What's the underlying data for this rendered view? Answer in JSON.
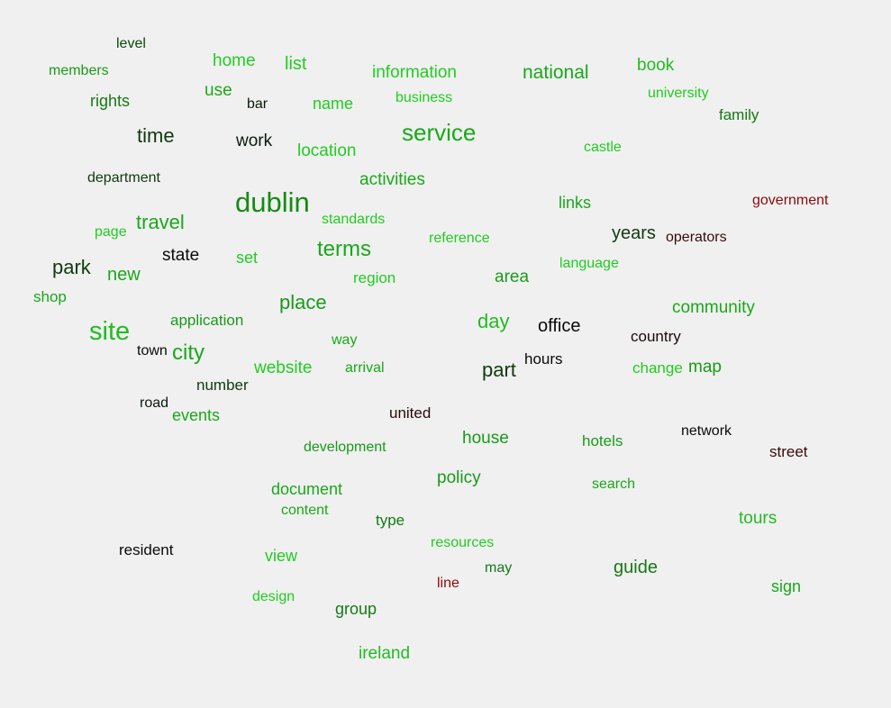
{
  "cloud": {
    "words": [
      {
        "text": "level",
        "color": "#0a4a0a"
      },
      {
        "text": "members",
        "color": "#1a9a1a"
      },
      {
        "text": "home",
        "color": "#22cc22"
      },
      {
        "text": "list",
        "color": "#22cc22"
      },
      {
        "text": "information",
        "color": "#22cc22"
      },
      {
        "text": "national",
        "color": "#1aa81a"
      },
      {
        "text": "book",
        "color": "#22bb22"
      },
      {
        "text": "rights",
        "color": "#157a15"
      },
      {
        "text": "use",
        "color": "#1aa81a"
      },
      {
        "text": "bar",
        "color": "#0a1a0a"
      },
      {
        "text": "name",
        "color": "#22cc22"
      },
      {
        "text": "business",
        "color": "#22cc22"
      },
      {
        "text": "university",
        "color": "#22cc22"
      },
      {
        "text": "family",
        "color": "#157a15"
      },
      {
        "text": "time",
        "color": "#0f3a0f"
      },
      {
        "text": "work",
        "color": "#0a1a0a"
      },
      {
        "text": "service",
        "color": "#1aa81a"
      },
      {
        "text": "location",
        "color": "#22cc22"
      },
      {
        "text": "castle",
        "color": "#22cc22"
      },
      {
        "text": "department",
        "color": "#0f3a0f"
      },
      {
        "text": "activities",
        "color": "#1aa81a"
      },
      {
        "text": "dublin",
        "color": "#158a15"
      },
      {
        "text": "links",
        "color": "#1aa81a"
      },
      {
        "text": "government",
        "color": "#8a0a0a"
      },
      {
        "text": "page",
        "color": "#22cc22"
      },
      {
        "text": "travel",
        "color": "#1aa81a"
      },
      {
        "text": "standards",
        "color": "#22cc22"
      },
      {
        "text": "reference",
        "color": "#22cc22"
      },
      {
        "text": "years",
        "color": "#0f3a0f"
      },
      {
        "text": "operators",
        "color": "#3a0a0a"
      },
      {
        "text": "state",
        "color": "#0a0a0a"
      },
      {
        "text": "set",
        "color": "#22cc22"
      },
      {
        "text": "terms",
        "color": "#1aa81a"
      },
      {
        "text": "park",
        "color": "#0f3a0f"
      },
      {
        "text": "new",
        "color": "#1aa81a"
      },
      {
        "text": "region",
        "color": "#22cc22"
      },
      {
        "text": "area",
        "color": "#1a9a1a"
      },
      {
        "text": "language",
        "color": "#22cc22"
      },
      {
        "text": "shop",
        "color": "#1aa81a"
      },
      {
        "text": "place",
        "color": "#1a9a1a"
      },
      {
        "text": "community",
        "color": "#1aa81a"
      },
      {
        "text": "application",
        "color": "#1a9a1a"
      },
      {
        "text": "site",
        "color": "#22bb22"
      },
      {
        "text": "day",
        "color": "#22bb22"
      },
      {
        "text": "office",
        "color": "#0a0a0a"
      },
      {
        "text": "way",
        "color": "#1aa81a"
      },
      {
        "text": "country",
        "color": "#1a0a0a"
      },
      {
        "text": "town",
        "color": "#0a0a0a"
      },
      {
        "text": "city",
        "color": "#1aa81a"
      },
      {
        "text": "hours",
        "color": "#0a0a0a"
      },
      {
        "text": "website",
        "color": "#22cc22"
      },
      {
        "text": "arrival",
        "color": "#1aa81a"
      },
      {
        "text": "part",
        "color": "#0f3a0f"
      },
      {
        "text": "change",
        "color": "#22cc22"
      },
      {
        "text": "map",
        "color": "#1a9a1a"
      },
      {
        "text": "number",
        "color": "#0f3a0f"
      },
      {
        "text": "road",
        "color": "#0a1a0a"
      },
      {
        "text": "events",
        "color": "#1aa81a"
      },
      {
        "text": "united",
        "color": "#2a0a0a"
      },
      {
        "text": "network",
        "color": "#0a0a0a"
      },
      {
        "text": "house",
        "color": "#1a9a1a"
      },
      {
        "text": "hotels",
        "color": "#1a9a1a"
      },
      {
        "text": "development",
        "color": "#1a9a1a"
      },
      {
        "text": "street",
        "color": "#3a0a0a"
      },
      {
        "text": "policy",
        "color": "#1a9a1a"
      },
      {
        "text": "search",
        "color": "#1aa81a"
      },
      {
        "text": "document",
        "color": "#1aa81a"
      },
      {
        "text": "content",
        "color": "#1aa81a"
      },
      {
        "text": "type",
        "color": "#157a15"
      },
      {
        "text": "tours",
        "color": "#22bb22"
      },
      {
        "text": "resources",
        "color": "#22cc22"
      },
      {
        "text": "resident",
        "color": "#0a0a0a"
      },
      {
        "text": "view",
        "color": "#22cc22"
      },
      {
        "text": "may",
        "color": "#157a15"
      },
      {
        "text": "guide",
        "color": "#157a15"
      },
      {
        "text": "line",
        "color": "#8a0a0a"
      },
      {
        "text": "sign",
        "color": "#1aa81a"
      },
      {
        "text": "design",
        "color": "#22cc22"
      },
      {
        "text": "group",
        "color": "#157a15"
      },
      {
        "text": "ireland",
        "color": "#22bb22"
      }
    ]
  }
}
